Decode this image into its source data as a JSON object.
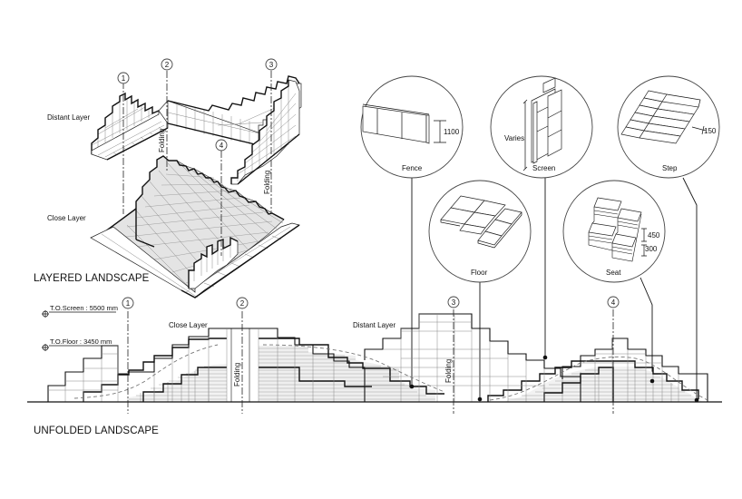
{
  "sections": {
    "layered": "LAYERED LANDSCAPE",
    "unfolded": "UNFOLDED LANDSCAPE"
  },
  "layered_view": {
    "labels": {
      "distant_layer": "Distant Layer",
      "close_layer": "Close Layer",
      "folding_1": "Folding",
      "folding_2": "Folding"
    },
    "gridlines": [
      "1",
      "2",
      "3",
      "4"
    ]
  },
  "details": [
    {
      "id": "fence",
      "label": "Fence",
      "dimension": "1100"
    },
    {
      "id": "screen",
      "label": "Screen",
      "dimension": "Varies"
    },
    {
      "id": "step",
      "label": "Step",
      "dimension": "150"
    },
    {
      "id": "floor",
      "label": "Floor"
    },
    {
      "id": "seat",
      "label": "Seat",
      "dimension_upper": "450",
      "dimension_lower": "300"
    }
  ],
  "unfolded_view": {
    "levels": [
      {
        "label": "T.O.Screen : 5500 mm"
      },
      {
        "label": "T.O.Floor : 3450 mm"
      }
    ],
    "labels": {
      "close_layer": "Close Layer",
      "distant_layer": "Distant Layer",
      "folding_1": "Folding",
      "folding_2": "Folding"
    },
    "gridlines": [
      "1",
      "2",
      "3",
      "4"
    ]
  },
  "colors": {
    "line": "#111111",
    "hatch": "#999999",
    "background": "#ffffff"
  }
}
